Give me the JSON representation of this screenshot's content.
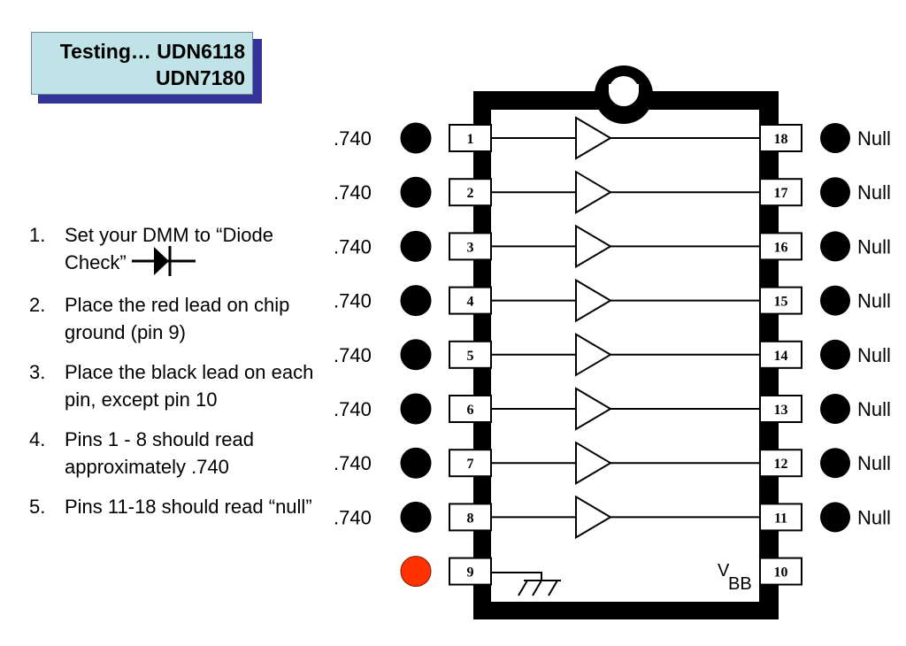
{
  "title": {
    "line1": "Testing… UDN6118",
    "line2": "UDN7180",
    "fill_color": "#bfe3e6",
    "shadow_color": "#333399"
  },
  "steps": [
    {
      "number": "1.",
      "text": "Set your DMM to “Diode Check”",
      "icon": "diode-icon"
    },
    {
      "number": "2.",
      "text": "Place the red lead on chip ground (pin 9)"
    },
    {
      "number": "3.",
      "text": "Place the black lead on each pin, except pin 10"
    },
    {
      "number": "4.",
      "text": "Pins 1 - 8 should read approximately .740"
    },
    {
      "number": "5.",
      "text": "Pins 11-18 should read “null”"
    }
  ],
  "chip": {
    "left_pins": [
      {
        "pin": "1",
        "reading": ".740",
        "probe": "black"
      },
      {
        "pin": "2",
        "reading": ".740",
        "probe": "black"
      },
      {
        "pin": "3",
        "reading": ".740",
        "probe": "black"
      },
      {
        "pin": "4",
        "reading": ".740",
        "probe": "black"
      },
      {
        "pin": "5",
        "reading": ".740",
        "probe": "black"
      },
      {
        "pin": "6",
        "reading": ".740",
        "probe": "black"
      },
      {
        "pin": "7",
        "reading": ".740",
        "probe": "black"
      },
      {
        "pin": "8",
        "reading": ".740",
        "probe": "black"
      },
      {
        "pin": "9",
        "reading": "",
        "probe": "red"
      }
    ],
    "right_pins": [
      {
        "pin": "18",
        "reading": "Null",
        "probe": "black"
      },
      {
        "pin": "17",
        "reading": "Null",
        "probe": "black"
      },
      {
        "pin": "16",
        "reading": "Null",
        "probe": "black"
      },
      {
        "pin": "15",
        "reading": "Null",
        "probe": "black"
      },
      {
        "pin": "14",
        "reading": "Null",
        "probe": "black"
      },
      {
        "pin": "13",
        "reading": "Null",
        "probe": "black"
      },
      {
        "pin": "12",
        "reading": "Null",
        "probe": "black"
      },
      {
        "pin": "11",
        "reading": "Null",
        "probe": "black"
      },
      {
        "pin": "10",
        "reading": "",
        "probe": "none"
      }
    ],
    "vbb_label": "V",
    "vbb_subscript": "BB",
    "probe_colors": {
      "black": "#000000",
      "red": "#ff3300"
    }
  }
}
